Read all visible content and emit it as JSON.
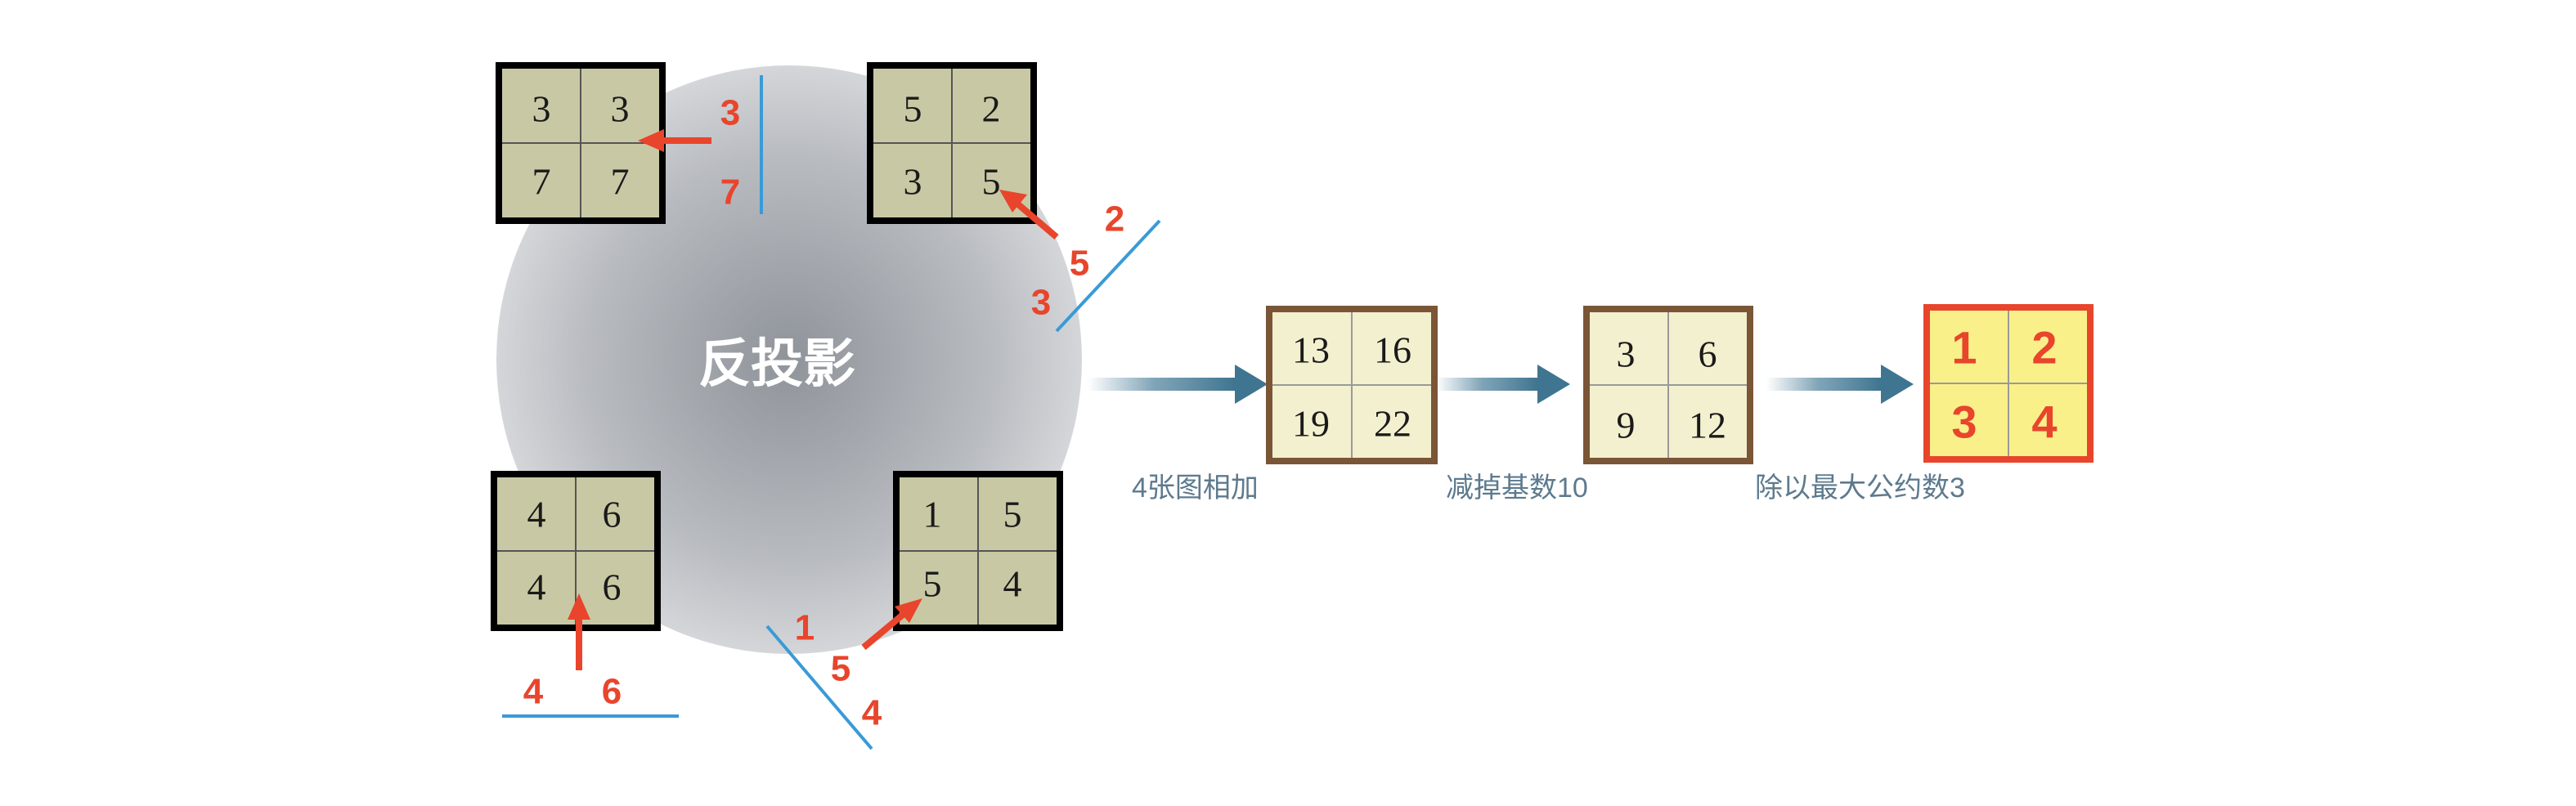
{
  "center_label": "反投影",
  "projections": [
    {
      "id": "top-left",
      "grid": [
        "3",
        "3",
        "7",
        "7"
      ],
      "labels": [
        "3",
        "7"
      ]
    },
    {
      "id": "top-right",
      "grid": [
        "5",
        "2",
        "3",
        "5"
      ],
      "labels": [
        "2",
        "5",
        "3"
      ]
    },
    {
      "id": "bottom-left",
      "grid": [
        "4",
        "6",
        "4",
        "6"
      ],
      "labels": [
        "4",
        "6"
      ]
    },
    {
      "id": "bottom-right",
      "grid": [
        "1",
        "5",
        "5",
        "4"
      ],
      "labels": [
        "1",
        "5",
        "4"
      ]
    }
  ],
  "steps": [
    {
      "grid": [
        "13",
        "16",
        "19",
        "22"
      ],
      "caption": "4张图相加"
    },
    {
      "grid": [
        "3",
        "6",
        "9",
        "12"
      ],
      "caption": "减掉基数10"
    },
    {
      "grid": [
        "1",
        "2",
        "3",
        "4"
      ],
      "caption": "除以最大公约数3"
    }
  ],
  "colors": {
    "projection_cell": "#c8c8a4",
    "step_cell": "#f3f0cf",
    "final_cell": "#f9f08a",
    "label_red": "#e8452c",
    "line_blue": "#3a9ad6",
    "arrow_blue": "#4b7e99",
    "frame_brown": "#7a5536",
    "frame_red": "#e8452c"
  }
}
